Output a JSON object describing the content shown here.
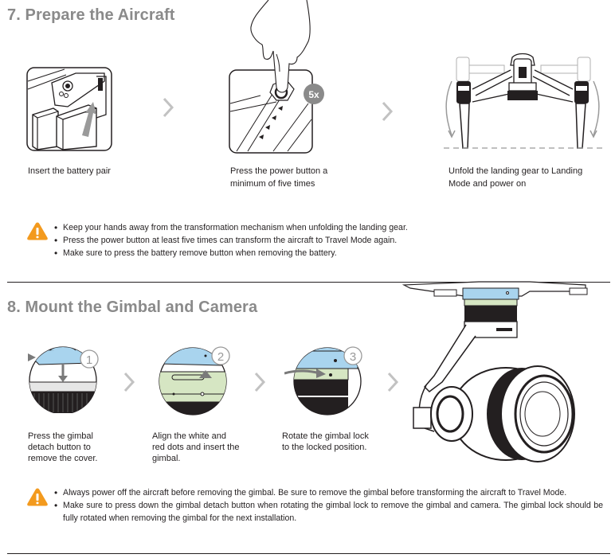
{
  "section7": {
    "title": "7. Prepare the Aircraft",
    "steps": [
      {
        "caption": "Insert the battery pair"
      },
      {
        "caption_line1": "Press the power button a",
        "caption_line2": "minimum of five times",
        "badge": "5x"
      },
      {
        "caption_line1": "Unfold the landing gear to Landing",
        "caption_line2": "Mode and power on"
      }
    ],
    "warnings": [
      "Keep your hands away from the transformation mechanism when unfolding the landing gear.",
      "Press the power button at least five times can transform the aircraft to Travel Mode again.",
      "Make sure to press the battery remove button when removing the battery."
    ]
  },
  "section8": {
    "title": "8. Mount the Gimbal and Camera",
    "steps": [
      {
        "number": "1",
        "lines": [
          "Press the gimbal",
          "detach button to",
          "remove the cover."
        ]
      },
      {
        "number": "2",
        "lines": [
          "Align the white and",
          "red dots and insert the",
          "gimbal."
        ]
      },
      {
        "number": "3",
        "lines": [
          "Rotate the gimbal lock",
          "to the locked position."
        ]
      }
    ],
    "warnings": [
      "Always power off the aircraft before removing the gimbal. Be sure to remove the gimbal before transforming the aircraft to Travel Mode.",
      "Make sure to press down the gimbal detach button when rotating the gimbal lock to remove the gimbal and camera. The gimbal lock should be fully rotated when removing the gimbal for the next installation."
    ]
  },
  "icons": {
    "warning": "warning-triangle-icon",
    "next_step": "chevron-right-icon"
  },
  "colors": {
    "heading": "#8a8a8a",
    "warning": "#f39a1e",
    "gimbal_blue": "#a9d4ee",
    "gimbal_green": "#d6e6c3",
    "chevron": "#c2c2c2"
  }
}
